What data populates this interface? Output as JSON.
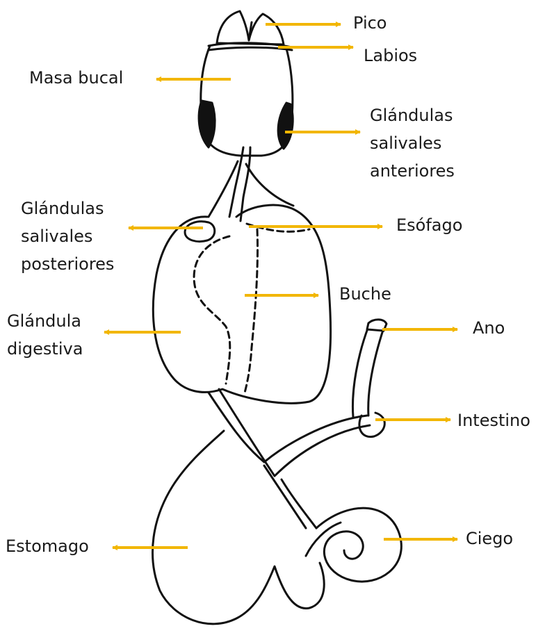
{
  "diagram": {
    "arrow_color": "#F2B600",
    "outline_color": "#111111",
    "labels": {
      "pico": [
        "Pico"
      ],
      "labios": [
        "Labios"
      ],
      "masa_bucal": [
        "Masa bucal"
      ],
      "glandulas_anteriores": [
        "Glándulas",
        "salivales",
        "anteriores"
      ],
      "glandulas_posteriores": [
        "Glándulas",
        "salivales",
        "posteriores"
      ],
      "esofago": [
        "Esófago"
      ],
      "buche": [
        "Buche"
      ],
      "glandula_digestiva": [
        "Glándula",
        "digestiva"
      ],
      "ano": [
        "Ano"
      ],
      "intestino": [
        "Intestino"
      ],
      "estomago": [
        "Estomago"
      ],
      "ciego": [
        "Ciego"
      ]
    }
  }
}
